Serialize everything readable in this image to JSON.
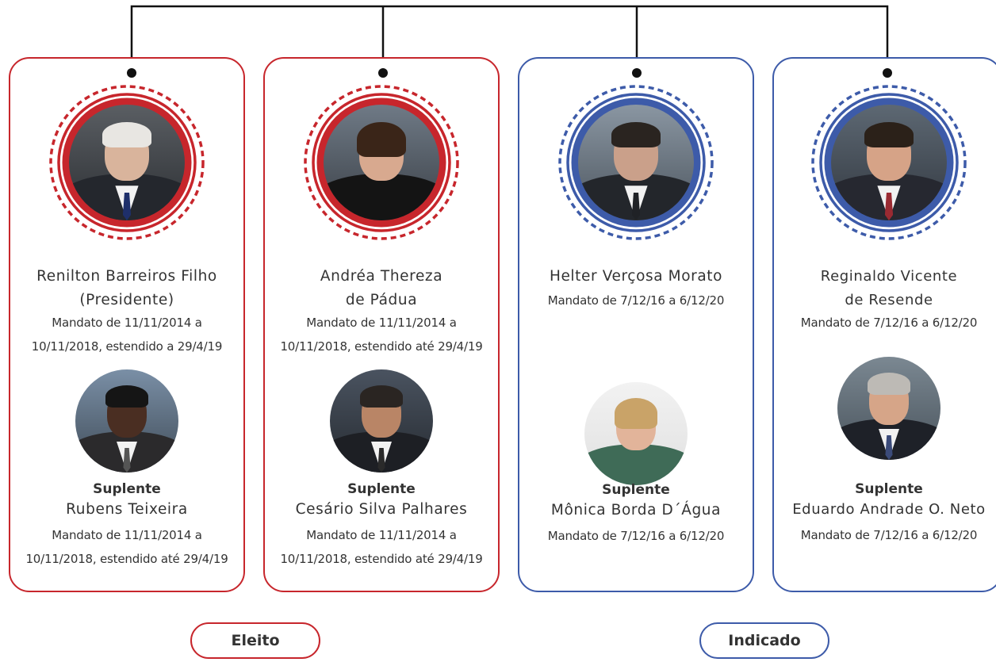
{
  "members": [
    {
      "group": "red",
      "name_lines": [
        "Renilton Barreiros Filho",
        "(Presidente)"
      ],
      "mandate_lines": [
        "Mandato de 11/11/2014 a",
        "10/11/2018, estendido a 29/4/19"
      ],
      "substitute": {
        "heading": "Suplente",
        "name": "Rubens Teixeira",
        "mandate_lines": [
          "Mandato de 11/11/2014 a",
          "10/11/2018, estendido até 29/4/19"
        ]
      }
    },
    {
      "group": "red",
      "name_lines": [
        "Andréa Thereza",
        "de Pádua"
      ],
      "mandate_lines": [
        "Mandato de 11/11/2014 a",
        "10/11/2018, estendido até 29/4/19"
      ],
      "substitute": {
        "heading": "Suplente",
        "name": "Cesário Silva Palhares",
        "mandate_lines": [
          "Mandato de 11/11/2014 a",
          "10/11/2018, estendido até 29/4/19"
        ]
      }
    },
    {
      "group": "blue",
      "name_lines": [
        "Helter Verçosa Morato"
      ],
      "mandate_lines": [
        "Mandato de 7/12/16 a 6/12/20"
      ],
      "substitute": {
        "heading": "Suplente",
        "name": "Mônica Borda D´Água",
        "mandate_lines": [
          "Mandato de 7/12/16 a 6/12/20"
        ]
      }
    },
    {
      "group": "blue",
      "name_lines": [
        "Reginaldo Vicente",
        "de Resende"
      ],
      "mandate_lines": [
        "Mandato de 7/12/16 a 6/12/20"
      ],
      "substitute": {
        "heading": "Suplente",
        "name": "Eduardo Andrade O. Neto",
        "mandate_lines": [
          "Mandato de 7/12/16 a 6/12/20"
        ]
      }
    }
  ],
  "legend": {
    "elected": "Eleito",
    "appointed": "Indicado"
  },
  "colors": {
    "elected": "#c7262c",
    "appointed": "#3d5ba9",
    "connector": "#111111"
  }
}
